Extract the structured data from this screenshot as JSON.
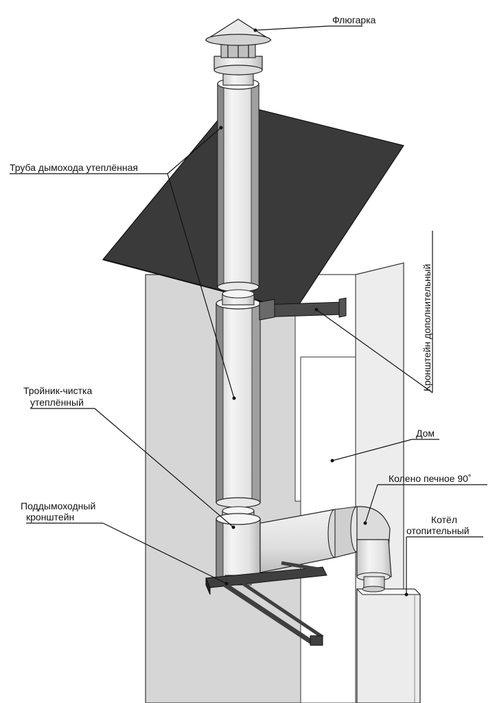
{
  "labels": {
    "cap": "Флюгарка",
    "insulated_pipe": "Труба дымохода утеплённая",
    "extra_bracket": "Кронштейн дополнительный",
    "tee_line1": "Тройник-чистка",
    "tee_line2": "утеплённый",
    "house": "Дом",
    "elbow": "Колено печное 90˚",
    "support_bracket_line1": "Поддымоходный",
    "support_bracket_line2": "кронштейн",
    "boiler_line1": "Котёл",
    "boiler_line2": "отопительный"
  },
  "colors": {
    "roof": "#3a3a3a",
    "wall": "#d9d9d9",
    "pipe": "#e6e6e6",
    "steel": "#4a4a4a"
  }
}
